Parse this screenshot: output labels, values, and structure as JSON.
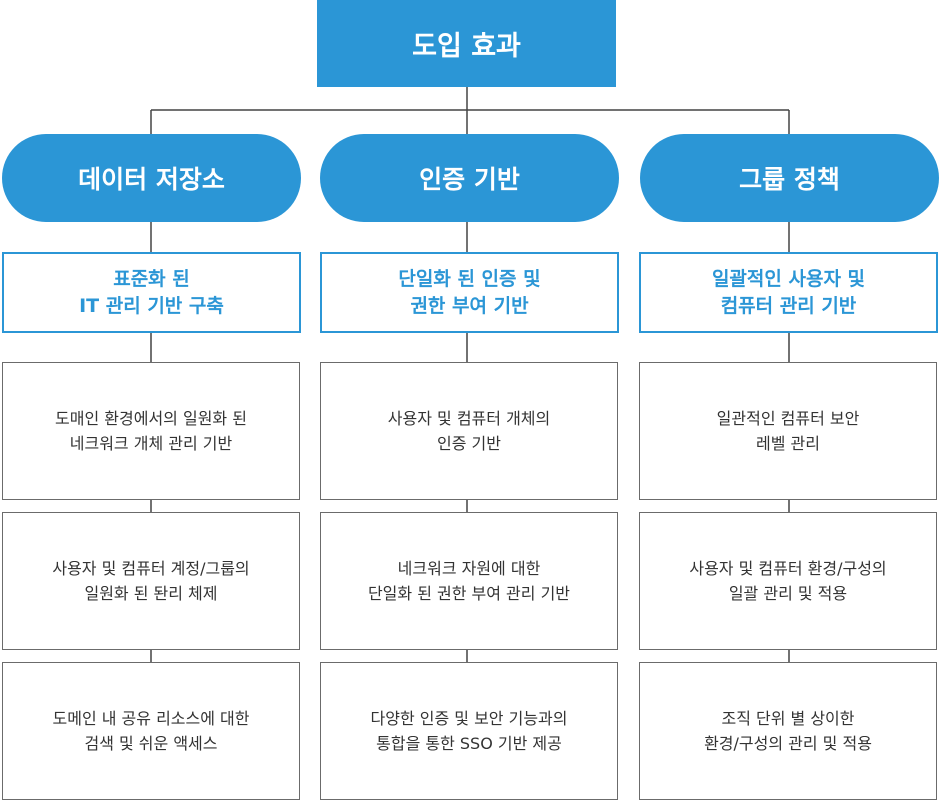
{
  "title": "도입 효과",
  "colors": {
    "accent": "#2b96d6",
    "border": "#6b6b6b",
    "text": "#333333"
  },
  "columns": [
    {
      "heading": "데이터 저장소",
      "subtitle": "표준화 된\nIT 관리 기반 구축",
      "items": [
        "도매인 환경에서의 일원화 된\n네크워크 개체 관리 기반",
        "사용자 및 컴퓨터 계정/그룹의\n일원화 된 돤리 체제",
        "도메인 내 공유 리소스에 대한\n검색 및 쉬운 액세스"
      ]
    },
    {
      "heading": "인증 기반",
      "subtitle": "단일화 된 인증 및\n권한 부여 기반",
      "items": [
        "사용자 및 컴퓨터 개체의\n인증 기반",
        "네크워크 자원에 대한\n단일화 된 권한 부여 관리 기반",
        "다양한 인증 및 보안 기능과의\n통합을 통한 SSO 기반 제공"
      ]
    },
    {
      "heading": "그룹 정책",
      "subtitle": "일괄적인 사용자 및\n컴퓨터 관리 기반",
      "items": [
        "일관적인 컴퓨터 보안\n레벨 관리",
        "사용자 및 컴퓨터 환경/구성의\n일괄 관리 및 적용",
        "조직 단위 별 상이한\n환경/구성의 관리 및 적용"
      ]
    }
  ]
}
